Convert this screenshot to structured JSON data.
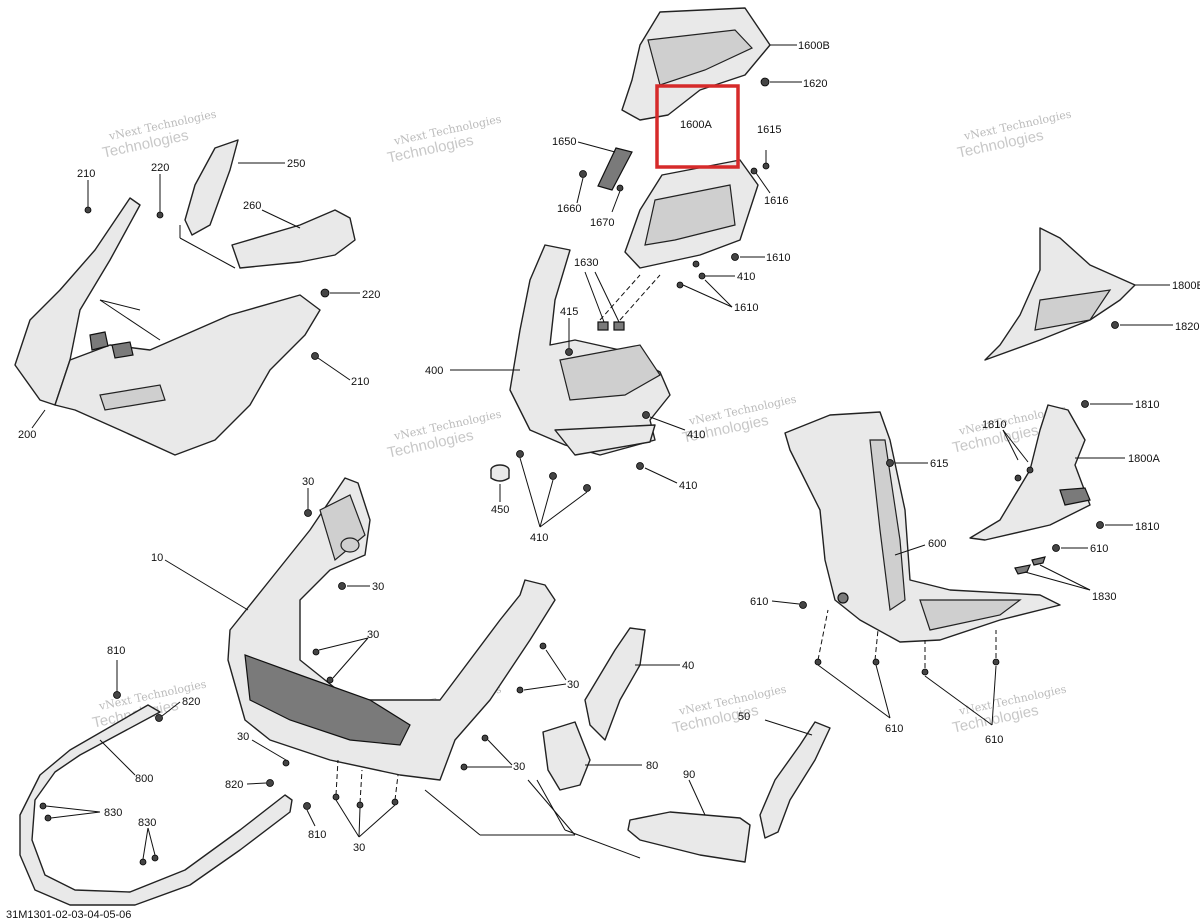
{
  "diagram": {
    "doc_code": "31M1301-02-03-04-05-06",
    "watermark": {
      "line1": "vNext Technologies",
      "line2": "vNext Technologies"
    },
    "highlight_label": "1600A",
    "callouts": {
      "c1600B": "1600B",
      "c1620": "1620",
      "c1615": "1615",
      "c1616": "1616",
      "c1650": "1650",
      "c1660": "1660",
      "c1670": "1670",
      "c1610a": "1610",
      "c1610b": "1610",
      "c410a": "410",
      "c1630": "1630",
      "c415": "415",
      "c400": "400",
      "c410b": "410",
      "c410c": "410",
      "c410d": "410",
      "c450": "450",
      "c210a": "210",
      "c220a": "220",
      "c250": "250",
      "c260": "260",
      "c220b": "220",
      "c210b": "210",
      "c200": "200",
      "c1800B": "1800B",
      "c1820": "1820",
      "c1810a": "1810",
      "c1810b": "1810",
      "c1810c": "1810",
      "c1800A": "1800A",
      "c615": "615",
      "c600": "600",
      "c610a": "610",
      "c610b": "610",
      "c610c": "610",
      "c610d": "610",
      "c1830": "1830",
      "c30a": "30",
      "c10": "10",
      "c30b": "30",
      "c30c": "30",
      "c30d": "30",
      "c30e": "30",
      "c30f": "30",
      "c30g": "30",
      "c40": "40",
      "c50": "50",
      "c80": "80",
      "c90": "90",
      "c810a": "810",
      "c820a": "820",
      "c800": "800",
      "c830a": "830",
      "c830b": "830",
      "c820b": "820",
      "c810b": "810"
    }
  }
}
